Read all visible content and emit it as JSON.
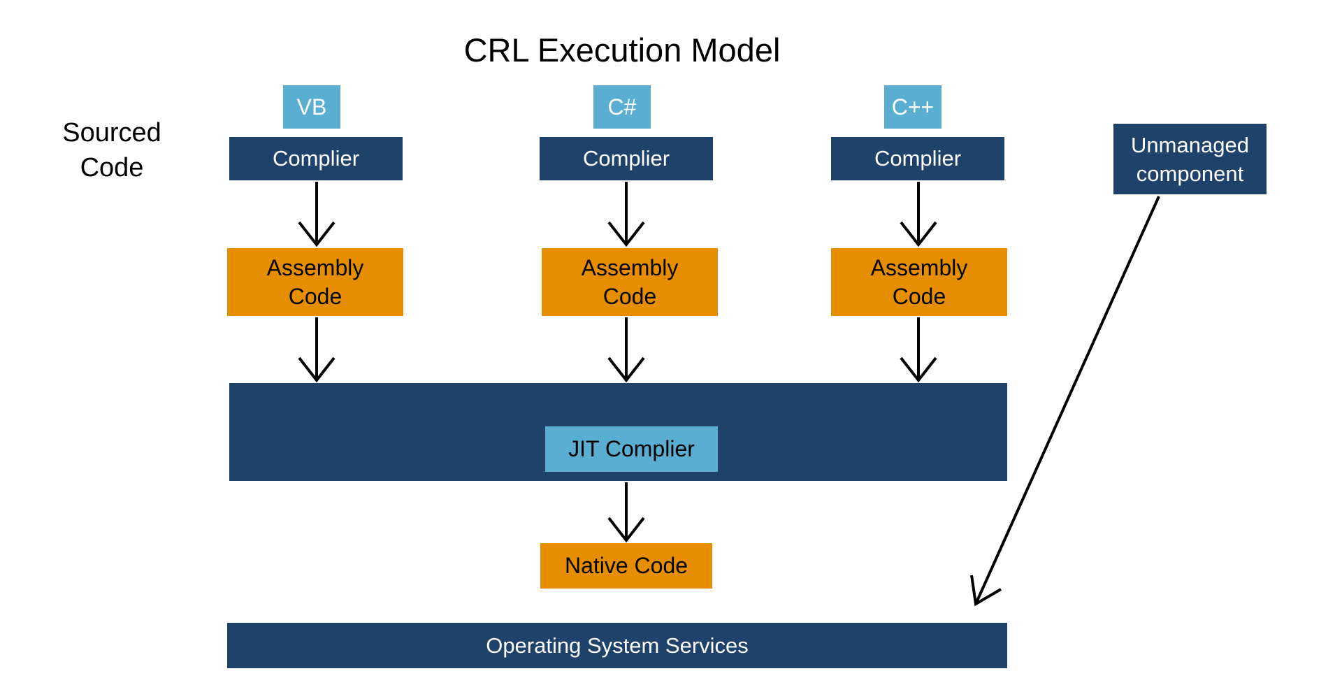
{
  "title": "CRL Execution Model",
  "side_label": "Sourced\nCode",
  "columns": [
    {
      "language": "VB",
      "compiler": "Complier",
      "assembly": "Assembly\nCode"
    },
    {
      "language": "C#",
      "compiler": "Complier",
      "assembly": "Assembly\nCode"
    },
    {
      "language": "C++",
      "compiler": "Complier",
      "assembly": "Assembly\nCode"
    }
  ],
  "runtime": {
    "jit_label": "JIT Complier"
  },
  "native_code": "Native Code",
  "os_services": "Operating System Services",
  "unmanaged": "Unmanaged\ncomponent",
  "colors": {
    "navy": "#1f426b",
    "light_blue": "#5aaed1",
    "orange": "#e78e00"
  }
}
